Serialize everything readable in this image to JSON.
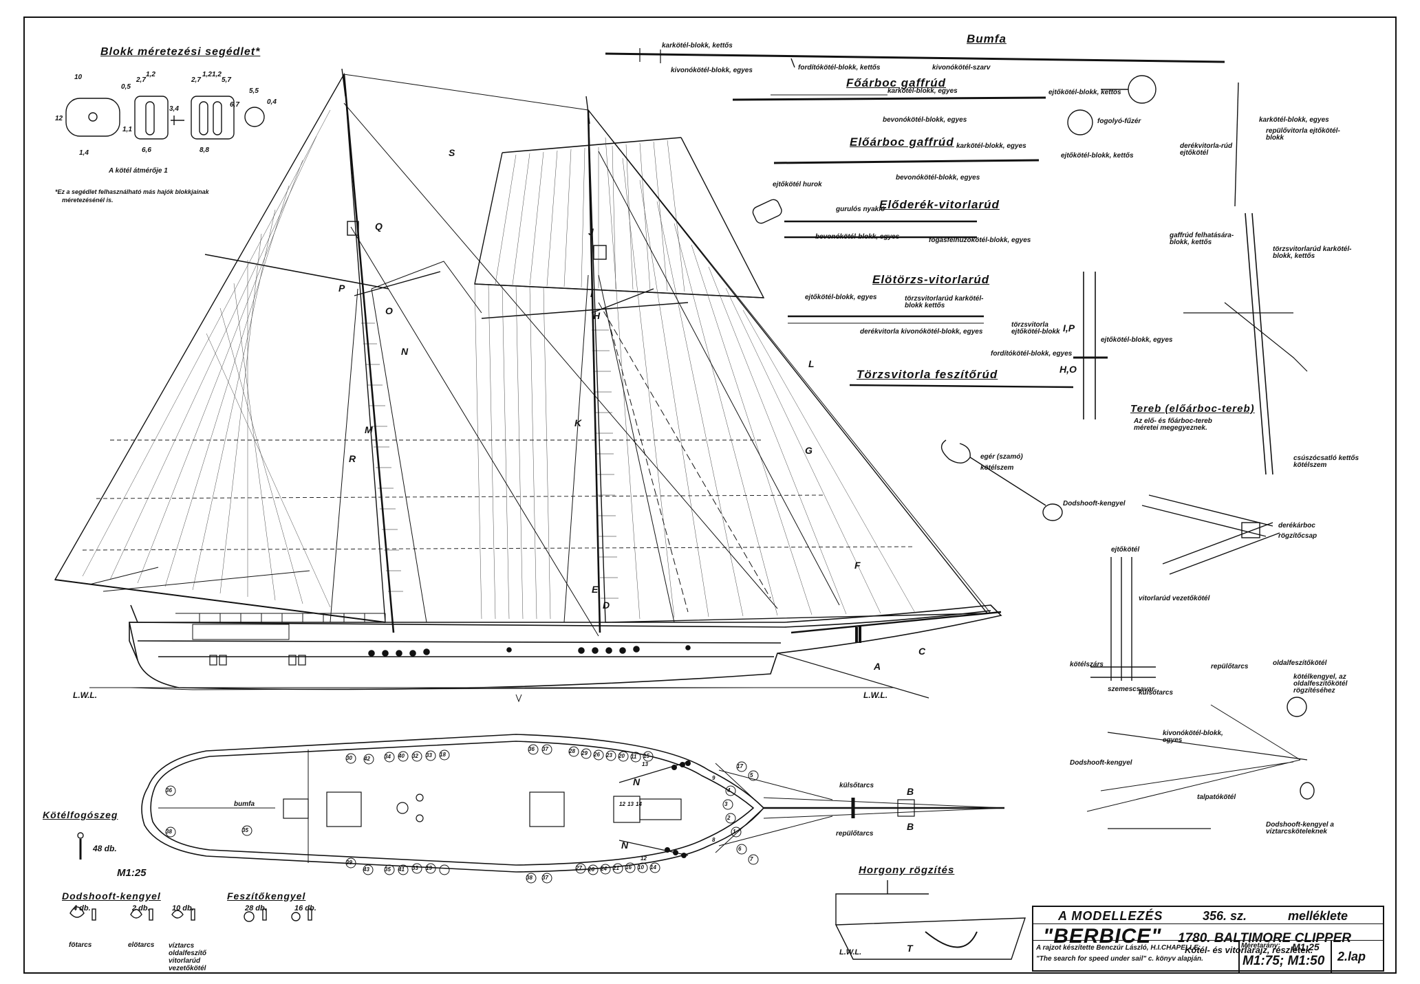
{
  "block_guide": {
    "title": "Blokk méretezési segédlet*",
    "dims_top": [
      "10",
      "0,5",
      "1,2",
      "2,7",
      "1,2",
      "2,7",
      "1,2",
      "5,7",
      "5,5"
    ],
    "dims_mid": [
      "12",
      "1,1",
      "3,4",
      "6,7",
      "0,4"
    ],
    "dims_bottom": [
      "1,4",
      "6,6",
      "8,8"
    ],
    "caption": "A kötél átmérője 1",
    "note_line1": "*Ez a segédlet felhasználható más hajók blokkjainak",
    "note_line2": "méretezésénél is."
  },
  "spar_details": {
    "bumfa": {
      "title": "Bumfa",
      "labels": [
        "karkötél-blokk, kettős",
        "kivonókötél-blokk, egyes",
        "fordítókötél-blokk, kettős",
        "kivonókötél-szarv"
      ]
    },
    "foarboc_gaffrud": {
      "title": "Főárboc gaffrúd",
      "labels": [
        "karkötél-blokk, egyes",
        "ejtőkötél-blokk, kettős",
        "bevonókötél-blokk, egyes",
        "fogolyó-fűzér"
      ]
    },
    "eloarboc_gaffrud": {
      "title": "Előárboc gaffrúd",
      "labels": [
        "karkötél-blokk, egyes",
        "ejtőkötél-blokk, kettős",
        "bevonókötél-blokk, egyes",
        "ejtőkötél hurok"
      ]
    },
    "eloderek": {
      "title": "Előderék-vitorlarúd",
      "labels": [
        "gurulós nyakló",
        "bevonókötél-blokk, egyes",
        "fogásfelhúzókötél-blokk, egyes"
      ]
    },
    "elotorzs": {
      "title": "Elötörzs-vitorlarúd",
      "labels": [
        "ejtőkötél-blokk, egyes",
        "törzsvitorlarúd karkötél-blokk kettős",
        "derékvitorla kivonókötél-blokk, egyes",
        "törzsvitorla ejtőkötél-blokk",
        "fordítókötél-blokk, egyes"
      ]
    },
    "torzsvitorla": {
      "title": "Törzsvitorla feszítőrúd"
    },
    "mast_head": {
      "labels": [
        "ejtőkötél-blokk, egyes",
        "I,P",
        "H,O"
      ]
    },
    "gaff_jaw": {
      "labels": [
        "karkötél-blokk, egyes",
        "repülővitorla ejtőkötél-blokk",
        "derékvitorla-rúd ejtőkötél"
      ]
    },
    "tereb": {
      "title": "Tereb (előárboc-tereb)",
      "labels": [
        "gaffrúd felhatására-blokk, kettős",
        "törzsvitorlarúd karkötél-blokk, kettős",
        "Az elő- és főárboc-tereb méretei megegyeznek.",
        "csúszócsatló kettős kötélszem"
      ]
    },
    "dodshooft": {
      "labels": [
        "egér (szamó)",
        "kötélszem",
        "Dodshooft-kengyel"
      ]
    },
    "cap": {
      "labels": [
        "derékárboc",
        "rögzítőcsap"
      ]
    },
    "gaff_guide": {
      "labels": [
        "ejtőkötél",
        "vitorlarúd vezetőkötél",
        "kötélszárs",
        "szemescsavar"
      ]
    },
    "bowsprit_detail": {
      "labels": [
        "repülőtarcs",
        "oldalfeszítőkötél",
        "kötélkengyel, az oldalfeszítőkötél rögzítéséhez",
        "külsőtarcs",
        "kivonókötél-blokk, egyes",
        "Dodshooft-kengyel",
        "talpatókötél",
        "Dodshooft-kengyel a víztarcsköteleknek"
      ]
    }
  },
  "profile_letters": [
    "S",
    "Q",
    "P",
    "O",
    "N",
    "M",
    "R",
    "J",
    "I",
    "H",
    "K",
    "L",
    "G",
    "F",
    "E",
    "D",
    "C",
    "A"
  ],
  "waterline_label": "L.W.L.",
  "plan_view": {
    "bumfa_label": "bumfa",
    "pins_top": [
      "30",
      "42",
      "34",
      "40",
      "32",
      "33",
      "18",
      "36",
      "37",
      "28",
      "29",
      "26",
      "23",
      "20",
      "11",
      "15",
      "13"
    ],
    "pins_bottom": [
      "39",
      "43",
      "35",
      "41",
      "33",
      "19",
      "38",
      "37",
      "27",
      "26",
      "24",
      "21",
      "16",
      "10",
      "14",
      "12"
    ],
    "bow_pins": [
      "17",
      "5",
      "4",
      "3",
      "2",
      "1",
      "6",
      "7",
      "8",
      "9",
      "12",
      "13",
      "14"
    ],
    "stern_pins": [
      "36",
      "38",
      "35"
    ],
    "labels": [
      "N",
      "N",
      "külsőtarcs",
      "repülőtarcs",
      "B",
      "B"
    ]
  },
  "kotelfogo": {
    "title": "Kötélfogószeg",
    "count": "48 db."
  },
  "scale_m125": "M1:25",
  "kengyel": {
    "title1": "Dodshooft-kengyel",
    "title2": "Feszítőkengyel",
    "items": [
      {
        "count": "4 db.",
        "caption": "fötarcs"
      },
      {
        "count": "2 db.",
        "caption": "elötarcs"
      },
      {
        "count": "10 db.",
        "caption": "víztarcs oldalfeszítő vitorlarúd vezetőkötél"
      },
      {
        "count": "28 db.",
        "caption": ""
      },
      {
        "count": "16 db.",
        "caption": ""
      }
    ]
  },
  "horgony": {
    "title": "Horgony rögzítés",
    "wl": "L.W.L.",
    "mark": "T"
  },
  "title_block": {
    "line1_left": "A MODELLEZÉS",
    "line1_mid": "356. sz.",
    "line1_right": "melléklete",
    "ship": "\"BERBICE\"",
    "year_type": "1780. BALTIMORE CLIPPER",
    "subtitle": "Kötél- és vitorlarajz, részletek.",
    "credit1": "A rajzot készítette Benczúr László, H.I.CHAPELLE:",
    "credit2": "\"The search for speed under sail\" c. könyv alapján.",
    "scale_label": "Méretarány:",
    "scale1": "M1:25",
    "scale2": "M1:75; M1:50",
    "sheet": "2.lap"
  }
}
